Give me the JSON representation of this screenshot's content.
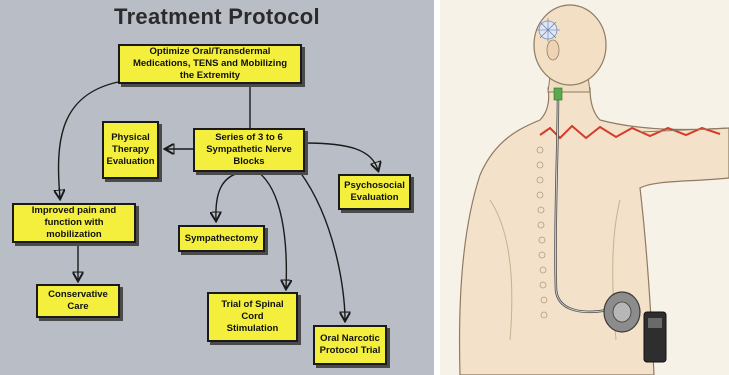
{
  "left": {
    "title": "Treatment Protocol",
    "boxes": {
      "optimize": "Optimize Oral/Transdermal\nMedications, TENS and Mobilizing\nthe Extremity",
      "nerve_blocks": "Series of 3 to 6\nSympathetic Nerve\nBlocks",
      "physical_therapy": "Physical\nTherapy\nEvaluation",
      "psychosocial": "Psychosocial\nEvaluation",
      "improved_pain": "Improved pain and\nfunction with\nmobilization",
      "sympathectomy": "Sympathectomy",
      "conservative": "Conservative\nCare",
      "spinal_cord": "Trial of Spinal\nCord\nStimulation",
      "oral_narcotic": "Oral Narcotic\nProtocol Trial"
    }
  },
  "colors": {
    "panel_background": "#b9bdc6",
    "box_fill": "#f3ef3c",
    "box_border": "#1a1a1a",
    "illustration_background": "#f6f2e8"
  }
}
